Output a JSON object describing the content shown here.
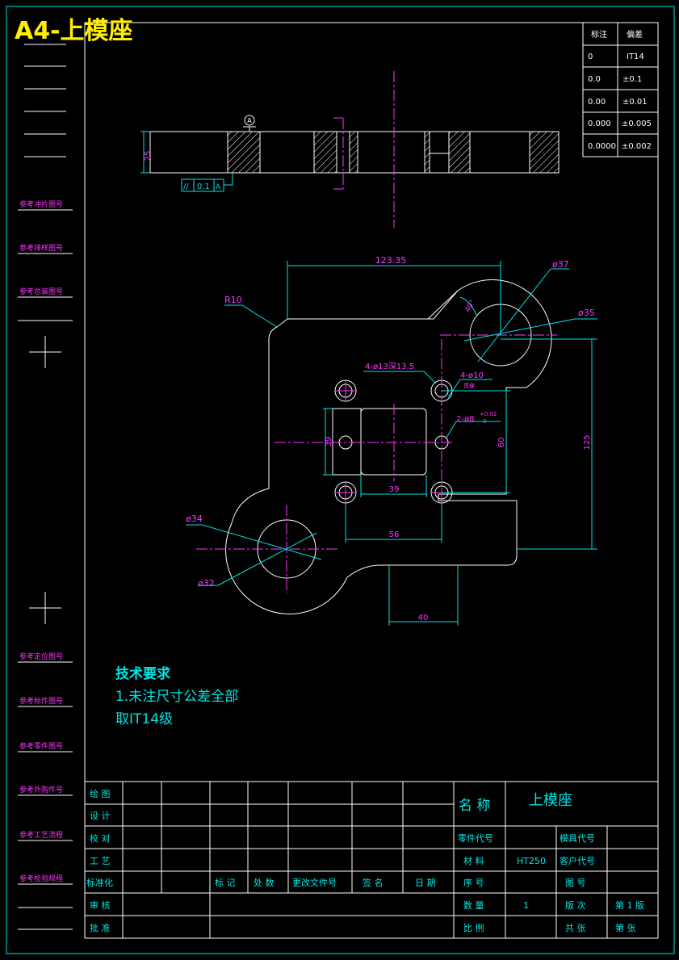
{
  "sheet_title": "A4-上模座",
  "tolerance_table": {
    "headers": [
      "标注",
      "偏差"
    ],
    "rows": [
      [
        "0",
        "IT14"
      ],
      [
        "0.0",
        "±0.1"
      ],
      [
        "0.00",
        "±0.01"
      ],
      [
        "0.000",
        "±0.005"
      ],
      [
        "0.0000",
        "±0.002"
      ]
    ]
  },
  "left_stamps": {
    "top_fields": [
      "参考冲片图号",
      "参考排样图号",
      "参考总装图号"
    ],
    "bottom_fields": [
      "参考定位图号",
      "参考标件图号",
      "参考零件图号",
      "参考外购件号",
      "参考工艺流程",
      "参考检验规程"
    ]
  },
  "section_view": {
    "thickness_dim": "25",
    "datum": "A",
    "flatness_symbol": "//",
    "flatness_value": "0.1",
    "flatness_datum": "A"
  },
  "plan_view": {
    "dims": {
      "overall_width": "123.35",
      "dia_37": "ø37",
      "dia_35": "ø35",
      "radius": "R10",
      "chamfer_angle": "40°",
      "screw_holes": "4-ø13深13.5",
      "pin_holes": "4-ø10",
      "pin_holes_note": "贯穿",
      "dowel_holes": "2-ø8",
      "dowel_tol_upper": "+0.02",
      "dowel_tol_lower": "0",
      "height_39": "39",
      "width_39": "39",
      "dim_60": "60",
      "dim_125": "125",
      "dim_56": "56",
      "dia_34": "ø34",
      "dia_32": "ø32",
      "dim_40": "40"
    }
  },
  "tech_requirements": {
    "title": "技术要求",
    "line1": "1.未注尺寸公差全部",
    "line2": "取IT14级"
  },
  "title_block": {
    "left_labels": [
      "绘 图",
      "设 计",
      "校 对",
      "工 艺",
      "标准化",
      "审 核",
      "批 准"
    ],
    "revision_headers": [
      "标 记",
      "处 数",
      "更改文件号",
      "签 名",
      "日 期"
    ],
    "name_label": "名 称",
    "part_name": "上模座",
    "part_code_label": "零件代号",
    "mold_code_label": "模具代号",
    "material_label": "材 料",
    "material_value": "HT250",
    "customer_code_label": "客户代号",
    "seq_label": "序 号",
    "drawing_no_label": "图 号",
    "qty_label": "数 量",
    "qty_value": "1",
    "edition_label": "版 次",
    "edition_value": "第 1 版",
    "scale_label": "比 例",
    "total_sheets_label": "共 张",
    "sheet_no_label": "第 张"
  },
  "colors": {
    "line_white": "#ffffff",
    "text_cyan": "#00e5e5",
    "dim_magenta": "#ff33ff",
    "title_yellow": "#ffee00"
  }
}
